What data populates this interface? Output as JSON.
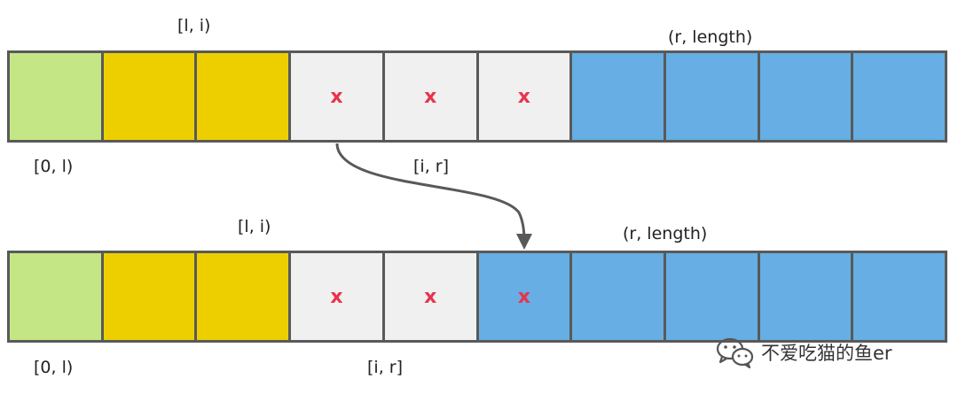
{
  "colors": {
    "green": "#c5e685",
    "yellow": "#edcf00",
    "gray": "#f0f0f0",
    "blue": "#66aee3",
    "cell_border": "#595959",
    "marker": "#e8344e",
    "arrow": "#595959"
  },
  "top": {
    "label_l_i": "[l, i)",
    "label_r_length": "(r, length)",
    "label_0_l": "[0, l)",
    "label_i_r": "[i, r]",
    "cells": [
      {
        "color": "green",
        "mark": ""
      },
      {
        "color": "yellow",
        "mark": ""
      },
      {
        "color": "yellow",
        "mark": ""
      },
      {
        "color": "gray",
        "mark": "x"
      },
      {
        "color": "gray",
        "mark": "x"
      },
      {
        "color": "gray",
        "mark": "x"
      },
      {
        "color": "blue",
        "mark": ""
      },
      {
        "color": "blue",
        "mark": ""
      },
      {
        "color": "blue",
        "mark": ""
      },
      {
        "color": "blue",
        "mark": ""
      }
    ]
  },
  "bottom": {
    "label_l_i": "[l, i)",
    "label_r_length": "(r, length)",
    "label_0_l": "[0, l)",
    "label_i_r": "[i, r]",
    "cells": [
      {
        "color": "green",
        "mark": ""
      },
      {
        "color": "yellow",
        "mark": ""
      },
      {
        "color": "yellow",
        "mark": ""
      },
      {
        "color": "gray",
        "mark": "x"
      },
      {
        "color": "gray",
        "mark": "x"
      },
      {
        "color": "blue",
        "mark": "x"
      },
      {
        "color": "blue",
        "mark": ""
      },
      {
        "color": "blue",
        "mark": ""
      },
      {
        "color": "blue",
        "mark": ""
      },
      {
        "color": "blue",
        "mark": ""
      }
    ]
  },
  "watermark": {
    "icon": "wechat-icon",
    "text": "不爱吃猫的鱼er"
  }
}
